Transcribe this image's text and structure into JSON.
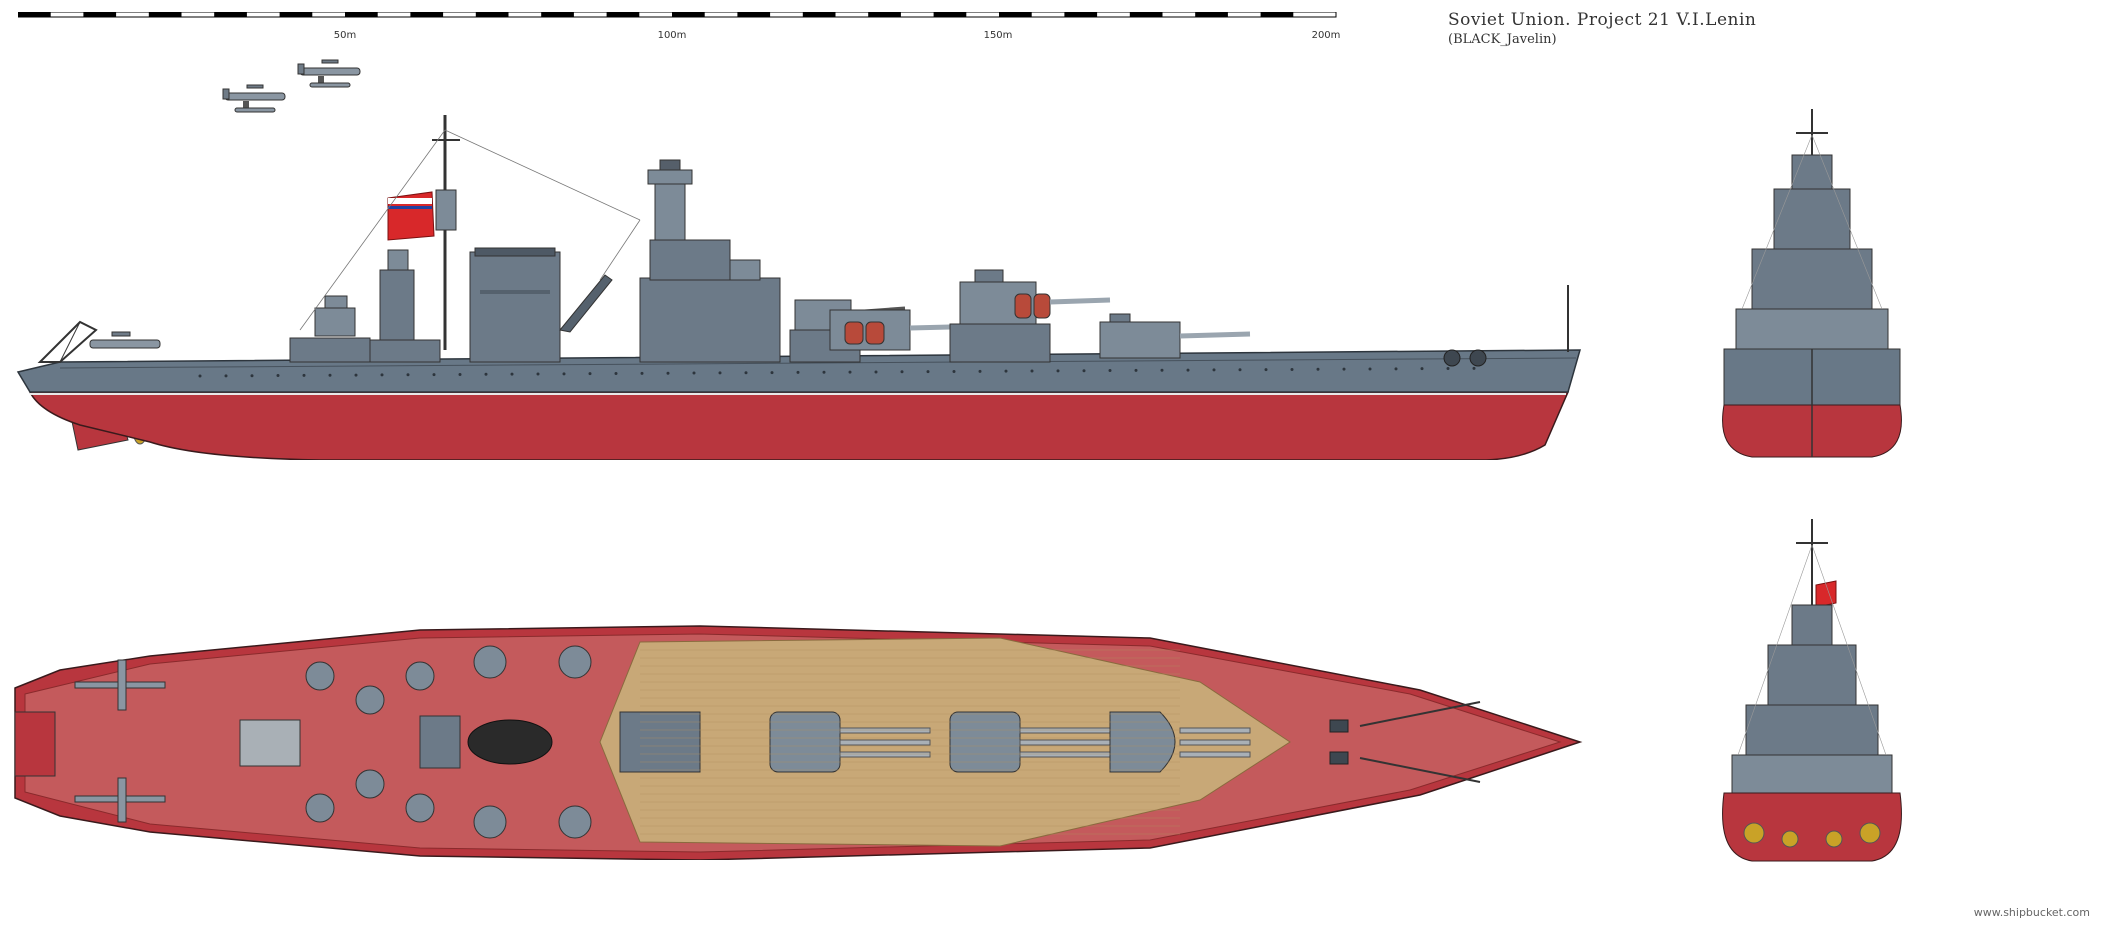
{
  "title": "Soviet Union. Project 21 V.I.Lenin",
  "author": "(BLACK_Javelin)",
  "watermark": "www.shipbucket.com",
  "scale": {
    "ticks": [
      {
        "label": "50m"
      },
      {
        "label": "100m"
      },
      {
        "label": "150m"
      },
      {
        "label": "200m"
      }
    ]
  },
  "colors": {
    "hull_grey": "#687887",
    "hull_red": "#b8363e",
    "deck_tan": "#c8a877",
    "superstructure": "#6c7a88",
    "turret": "#7d8b98",
    "propeller": "#c9a227",
    "flag_red": "#d8282a",
    "deck_red": "#c45a5c"
  }
}
